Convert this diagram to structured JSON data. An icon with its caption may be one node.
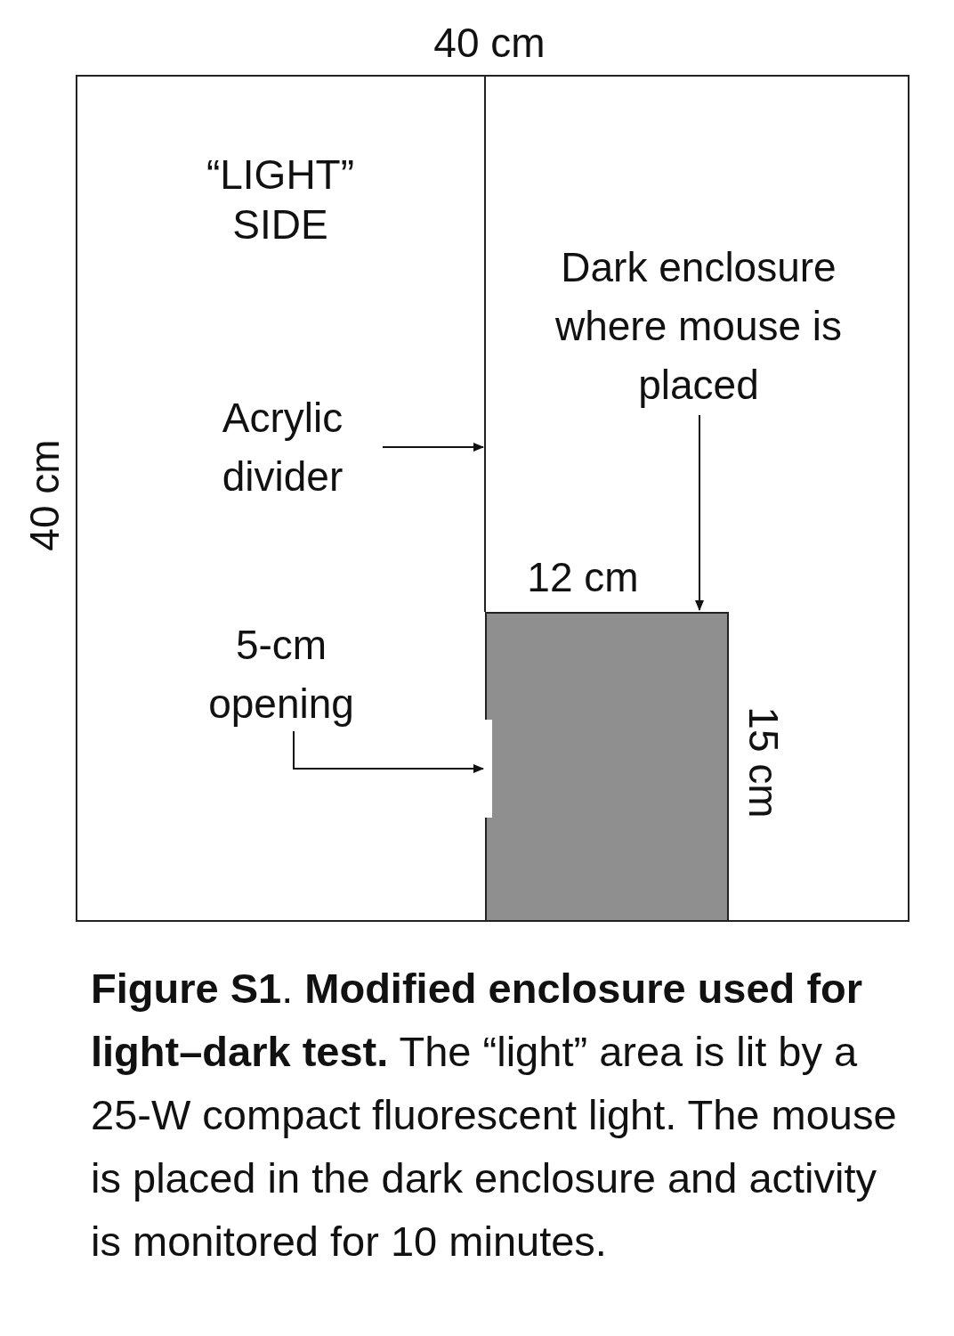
{
  "diagram": {
    "caption": "**Figure S1**. **Modified enclosure used for light–dark test.** The “light” area is lit by a 25-W compact fluorescent light. The mouse is placed in the dark enclosure and activity is monitored for 10 minutes.",
    "nodes": [
      {
        "text": [],
        "shape": "box"
      },
      {
        "text": [],
        "shape": "bar",
        "in": 0
      },
      {
        "text": [],
        "shape": "box",
        "in": 0
      },
      {
        "text": [
          "Acrylic divider"
        ],
        "in": 0
      },
      {
        "text": [
          "Dark enclosure where mouse is placed"
        ],
        "in": 0
      },
      {
        "text": [
          "5-cm opening"
        ],
        "in": 0
      },
      {
        "text": [],
        "shape": "box",
        "in": 2
      }
    ],
    "edges": [
      {
        "from": 3,
        "to": 1,
        "arrow": "to"
      },
      {
        "from": 4,
        "to": 2,
        "arrow": "to"
      },
      {
        "from": 5,
        "to": 6,
        "arrow": "to"
      }
    ],
    "labels": [
      "40 cm",
      "40 cm",
      "“LIGHT” SIDE",
      "12 cm",
      "15 cm"
    ]
  }
}
